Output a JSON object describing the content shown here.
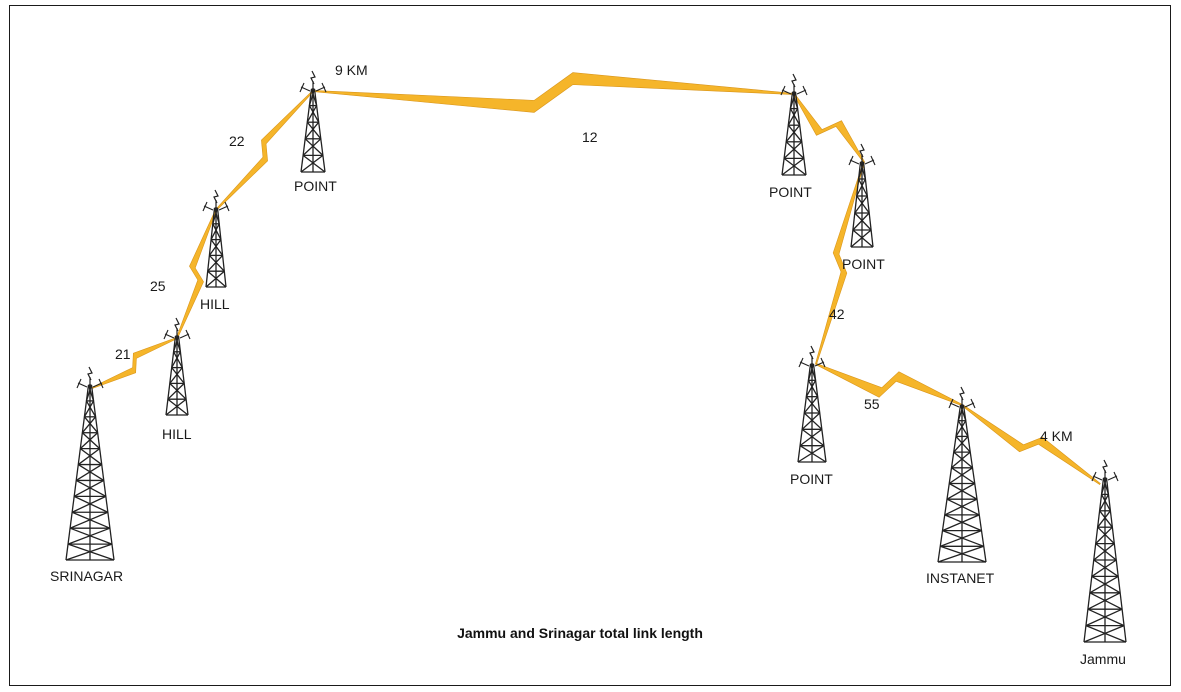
{
  "colors": {
    "link": "#f5b52a",
    "link_outline": "#d9951a",
    "tower": "#222222",
    "border": "#1a1a1a"
  },
  "caption": "Jammu and Srinagar total link length",
  "towers": [
    {
      "id": "srinagar",
      "label": "SRINAGAR"
    },
    {
      "id": "hill1",
      "label": "HILL"
    },
    {
      "id": "hill2",
      "label": "HILL"
    },
    {
      "id": "point1",
      "label": "POINT"
    },
    {
      "id": "point2",
      "label": "POINT"
    },
    {
      "id": "point3",
      "label": "POINT"
    },
    {
      "id": "point4",
      "label": "POINT"
    },
    {
      "id": "instanet",
      "label": "INSTANET"
    },
    {
      "id": "jammu",
      "label": "Jammu"
    }
  ],
  "links": [
    {
      "from": "srinagar",
      "to": "hill1",
      "label": "21"
    },
    {
      "from": "hill1",
      "to": "hill2",
      "label": "25"
    },
    {
      "from": "hill2",
      "to": "point1",
      "label": "22"
    },
    {
      "from": "point1",
      "to": "point2",
      "label": "12"
    },
    {
      "from": "point2",
      "to": "point3",
      "label": ""
    },
    {
      "from": "point3",
      "to": "point4",
      "label": "42"
    },
    {
      "from": "point4",
      "to": "instanet",
      "label": "55"
    },
    {
      "from": "instanet",
      "to": "jammu",
      "label": "4 KM"
    }
  ],
  "extra_labels": {
    "top_link": "9 KM"
  }
}
